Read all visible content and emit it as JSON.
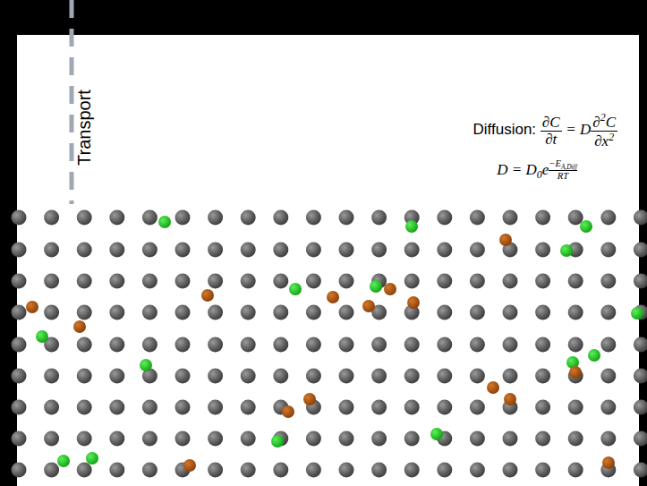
{
  "diagram": {
    "labels": [
      "Transport",
      "Diffusion:",
      "∂C",
      "∂t",
      "= D",
      "∂",
      "2",
      "C",
      "∂x",
      "2",
      "D = D",
      "0",
      "e",
      "−",
      "E",
      "A,Diff",
      "RT"
    ]
  }
}
